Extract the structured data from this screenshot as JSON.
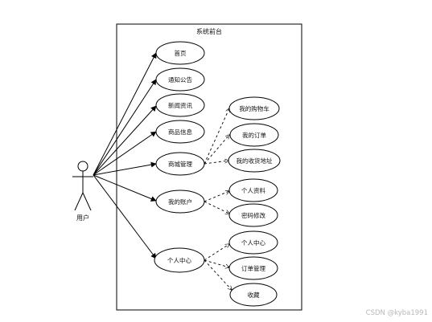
{
  "system": {
    "title": "系统前台"
  },
  "actor": {
    "label": "用户"
  },
  "use_cases": [
    {
      "id": "home",
      "label": "首页"
    },
    {
      "id": "notice",
      "label": "通知公告"
    },
    {
      "id": "news",
      "label": "新闻资讯"
    },
    {
      "id": "product",
      "label": "商品信息"
    },
    {
      "id": "mall",
      "label": "商城管理"
    },
    {
      "id": "account",
      "label": "我的账户"
    },
    {
      "id": "center",
      "label": "个人中心"
    }
  ],
  "extensions": [
    {
      "id": "cart",
      "label": "我的购物车",
      "parent": "mall"
    },
    {
      "id": "orders",
      "label": "我的订单",
      "parent": "mall"
    },
    {
      "id": "address",
      "label": "我的收货地址",
      "parent": "mall"
    },
    {
      "id": "profile",
      "label": "个人资料",
      "parent": "account"
    },
    {
      "id": "password",
      "label": "密码修改",
      "parent": "account"
    },
    {
      "id": "center2",
      "label": "个人中心",
      "parent": "center"
    },
    {
      "id": "ordermgmt",
      "label": "订单管理",
      "parent": "center"
    },
    {
      "id": "favorites",
      "label": "收藏",
      "parent": "center"
    }
  ],
  "watermark": "CSDN @kyba1991"
}
